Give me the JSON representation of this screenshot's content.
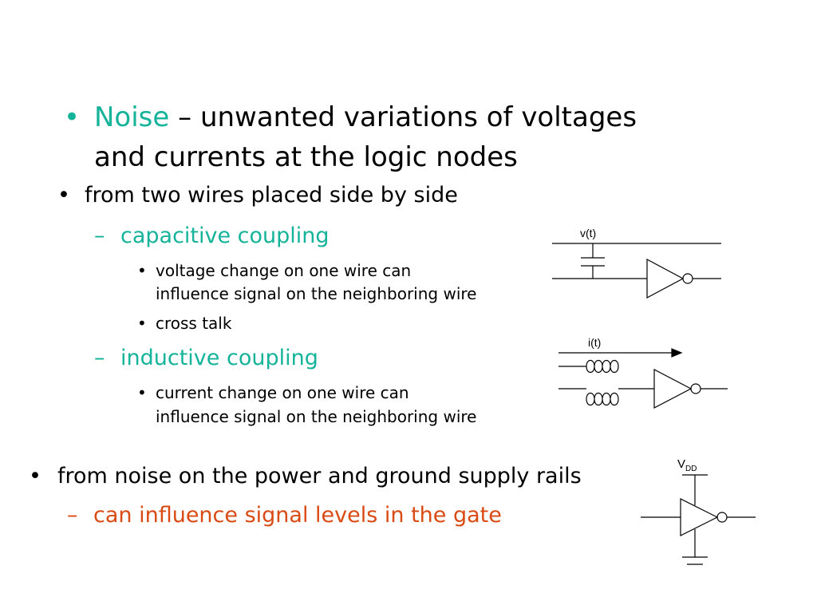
{
  "colors": {
    "accent_teal": "#14b39a",
    "accent_orange": "#d94a14",
    "text": "#000000"
  },
  "bullet_glyph": "•",
  "dash_glyph": "–",
  "title": {
    "keyword": "Noise",
    "line1_rest": " – unwanted variations of voltages",
    "line2": "and currents at the logic nodes"
  },
  "section_wires": {
    "heading": "from two wires placed side by side",
    "capacitive": {
      "label": "capacitive coupling",
      "detail_line1": "voltage change on one wire can",
      "detail_line2": "influence signal on the neighboring wire",
      "crosstalk": "cross talk"
    },
    "inductive": {
      "label": "inductive coupling",
      "detail_line1": "current change on one wire can",
      "detail_line2": "influence signal on the neighboring wire"
    }
  },
  "section_supply": {
    "heading": "from noise on the power and ground supply rails",
    "sub": "can influence signal levels in the gate"
  },
  "diagrams": {
    "capacitive_label": "v(t)",
    "inductive_label": "i(t)",
    "supply_label_main": "V",
    "supply_label_sub": "DD"
  }
}
